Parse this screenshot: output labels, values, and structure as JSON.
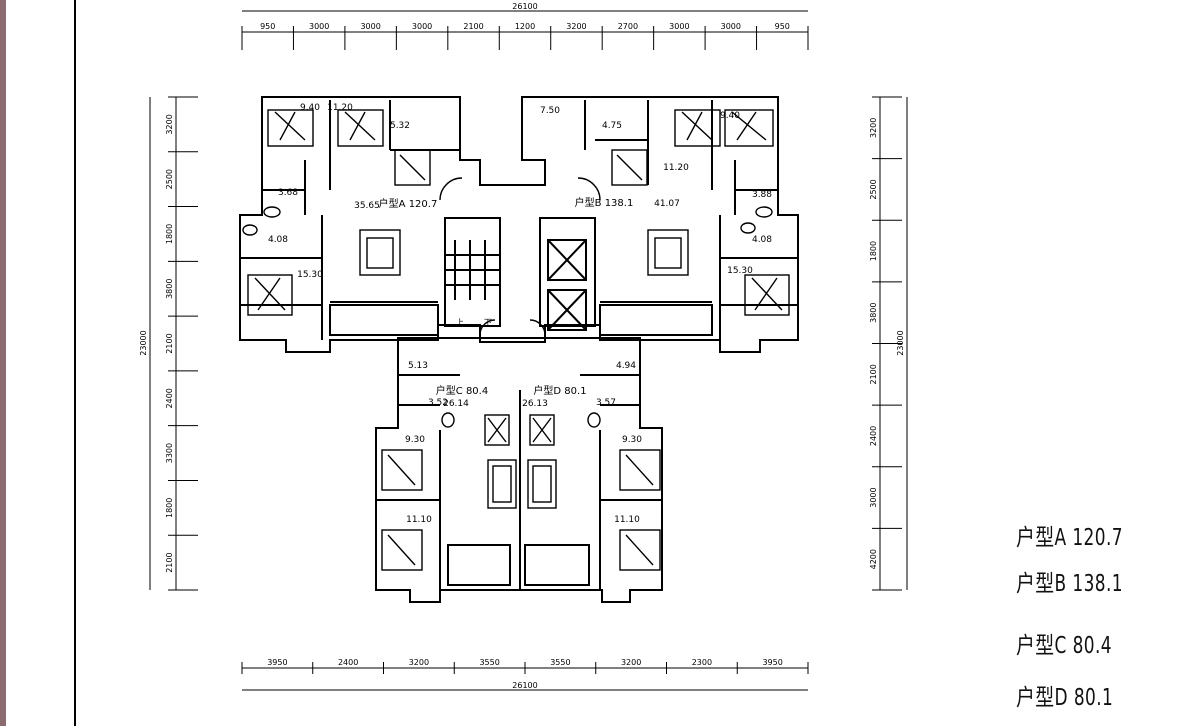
{
  "drawing": {
    "top_total": "26100",
    "top_dims": [
      "950",
      "3000",
      "3000",
      "3000",
      "2100",
      "1200",
      "3200",
      "2700",
      "3000",
      "3000",
      "950"
    ],
    "bottom_total": "26100",
    "bottom_dims": [
      "3950",
      "2400",
      "3200",
      "3550",
      "3550",
      "3200",
      "2300",
      "3950"
    ],
    "left_total": "23000",
    "left_dims": [
      "3200",
      "2500",
      "1800",
      "3800",
      "2100",
      "2400",
      "3300",
      "1800",
      "2100"
    ],
    "right_total": "23000",
    "right_dims": [
      "3200",
      "2500",
      "1800",
      "3800",
      "2100",
      "2400",
      "3000",
      "4200"
    ],
    "unit_labels": [
      {
        "id": "a",
        "text": "户型A 120.7"
      },
      {
        "id": "b",
        "text": "户型B 138.1"
      },
      {
        "id": "c",
        "text": "户型C 80.4"
      },
      {
        "id": "d",
        "text": "户型D 80.1"
      }
    ],
    "room_areas": [
      "9.40",
      "11.20",
      "5.32",
      "7.50",
      "4.75",
      "9.40",
      "11.20",
      "3.68",
      "3.88",
      "35.65",
      "41.07",
      "4.08",
      "4.08",
      "15.30",
      "15.30",
      "5.13",
      "4.94",
      "3.52",
      "3.57",
      "26.14",
      "26.13",
      "9.30",
      "9.30",
      "11.10",
      "11.10"
    ],
    "stair_up": "上",
    "stair_down": "下"
  },
  "legend": [
    {
      "text": "户型A  120.7"
    },
    {
      "text": "户型B  138.1"
    },
    {
      "text": "户型C  80.4"
    },
    {
      "text": "户型D  80.1"
    }
  ]
}
